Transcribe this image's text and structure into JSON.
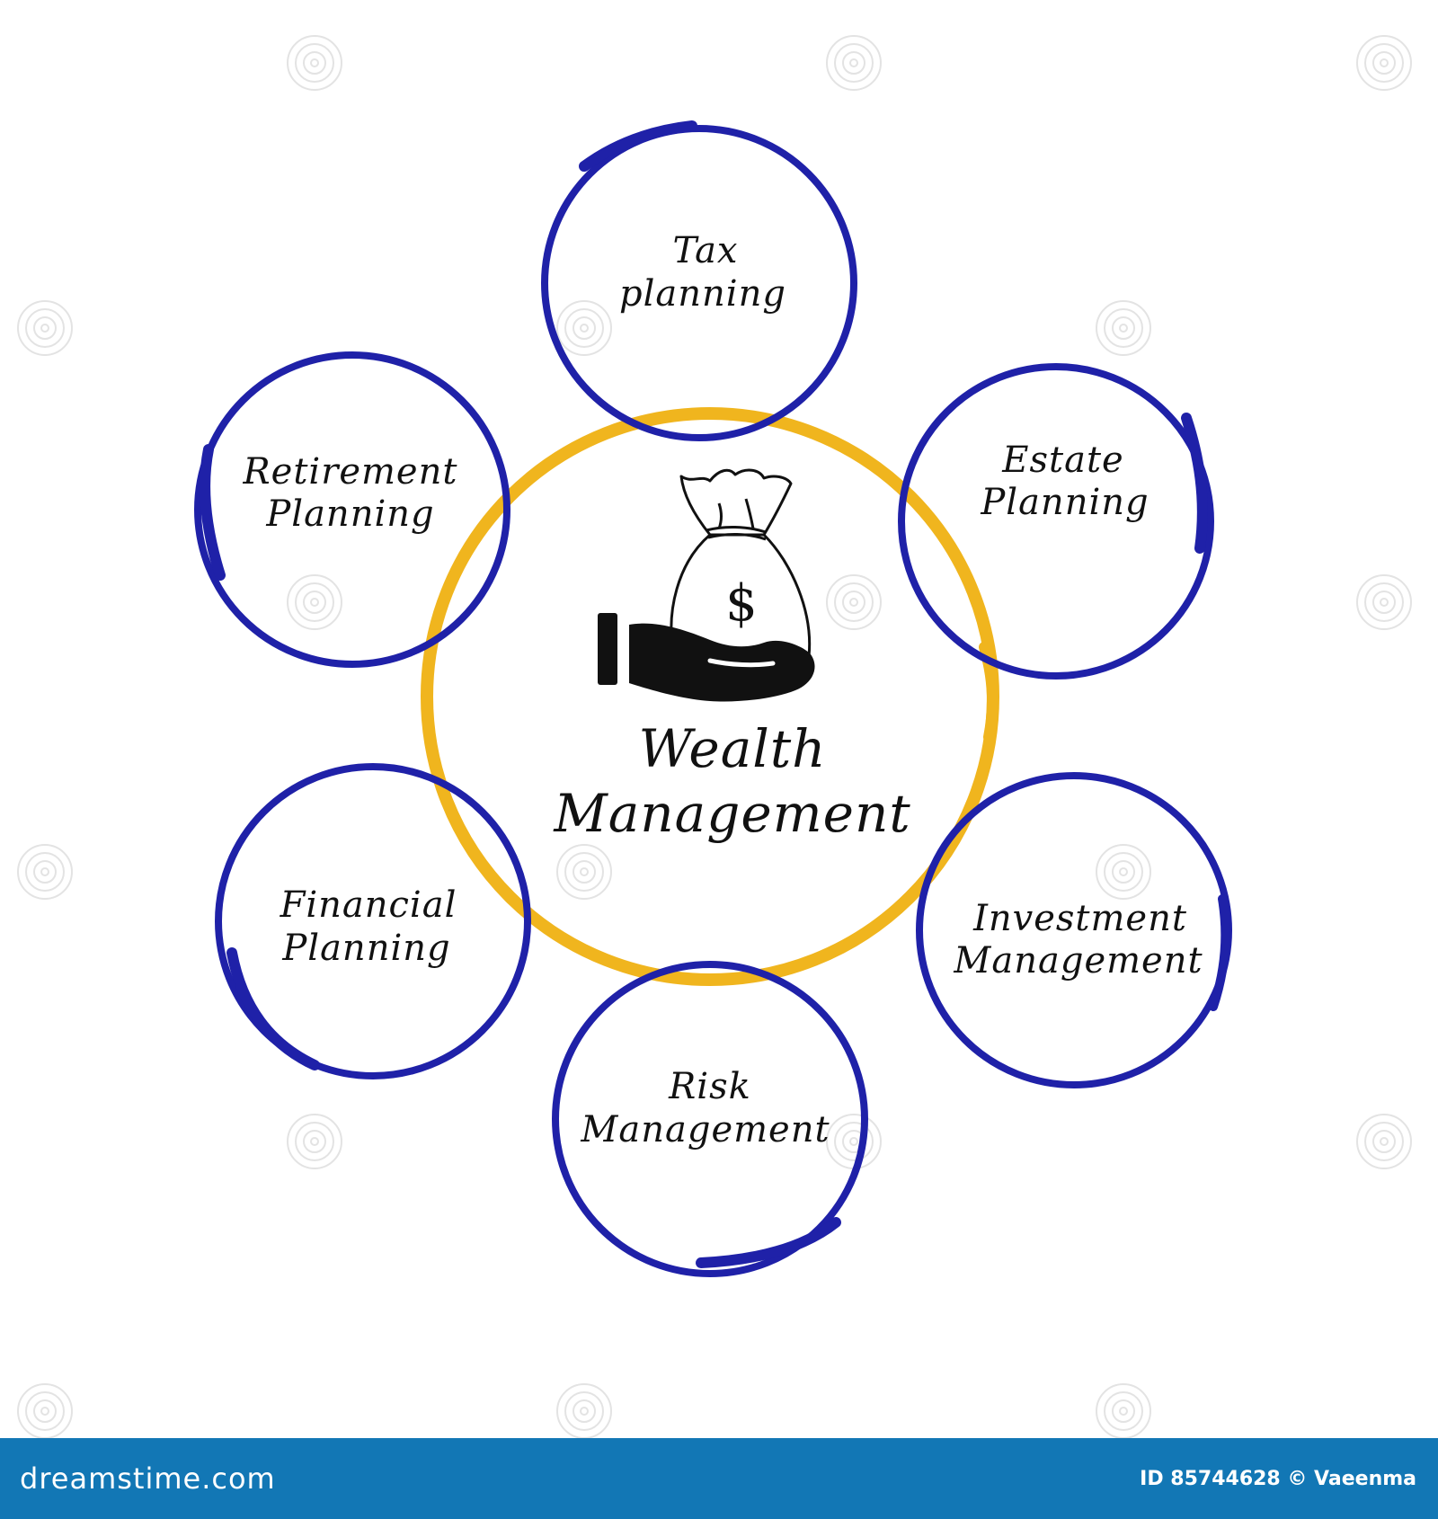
{
  "center": {
    "line1": "Wealth",
    "line2": "Management",
    "money_symbol": "$"
  },
  "nodes": {
    "tax": {
      "line1": "Tax",
      "line2": "planning"
    },
    "estate": {
      "line1": "Estate",
      "line2": "Planning"
    },
    "investment": {
      "line1": "Investment",
      "line2": "Management"
    },
    "risk": {
      "line1": "Risk",
      "line2": "Management"
    },
    "financial": {
      "line1": "Financial",
      "line2": "Planning"
    },
    "retirement": {
      "line1": "Retirement",
      "line2": "Planning"
    }
  },
  "footer": {
    "brand": "dreamstime.com",
    "credit": "ID 85744628 © Vaeenma"
  },
  "colors": {
    "node_ring": "#1f21a8",
    "center_ring": "#f0b51e",
    "footer_bg": "#1277b5",
    "text": "#111111"
  },
  "icons": [
    "money-bag-icon",
    "open-hand-icon",
    "watermark-spiral-icon"
  ]
}
